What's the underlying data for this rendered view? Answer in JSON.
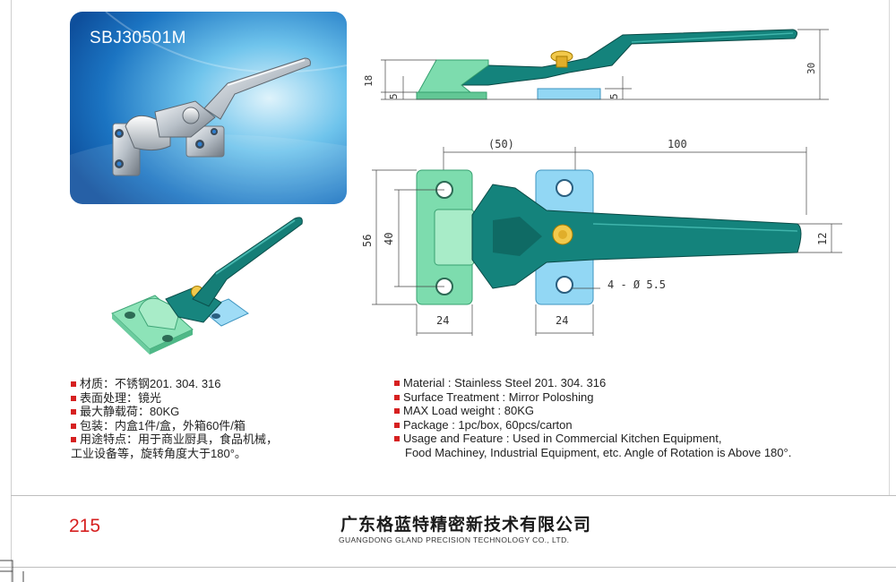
{
  "product": {
    "model": "SBJ30501M"
  },
  "specs_cn": [
    {
      "text": "材质：不锈钢201. 304. 316"
    },
    {
      "text": "表面处理：镜光"
    },
    {
      "text": "最大静载荷：80KG"
    },
    {
      "text": "包装：内盒1件/盒，外箱60件/箱"
    },
    {
      "text": "用途特点：用于商业厨具，食品机械，",
      "cont": "工业设备等，旋转角度大于180°。"
    }
  ],
  "specs_en": [
    {
      "text": "Material : Stainless Steel 201. 304. 316"
    },
    {
      "text": "Surface Treatment : Mirror Poloshing"
    },
    {
      "text": "MAX Load weight : 80KG"
    },
    {
      "text": "Package : 1pc/box,  60pcs/carton"
    },
    {
      "text": "Usage and Feature : Used in Commercial Kitchen Equipment,",
      "cont": "Food Machiney, Industrial Equipment, etc. Angle of Rotation is Above 180°."
    }
  ],
  "dimensions": {
    "side_height": "18",
    "side_base_left": "5",
    "side_base_right": "5",
    "side_total_height": "30",
    "top_offset": "(50)",
    "top_length": "100",
    "plate_height": "56",
    "hole_spacing": "40",
    "handle_tip": "12",
    "holes": "4 - Ø 5.5",
    "plate_width_left": "24",
    "plate_width_right": "24"
  },
  "footer": {
    "page_number": "215",
    "company_cn": "广东格蓝特精密新技术有限公司",
    "company_en": "GUANGDONG GLAND PRECISION TECHNOLOGY CO., LTD."
  },
  "colors": {
    "accent": "#d62020",
    "plate_green": "#7fd6a6",
    "plate_blue": "#8fd3f0",
    "handle_teal": "#0f6e6a"
  }
}
